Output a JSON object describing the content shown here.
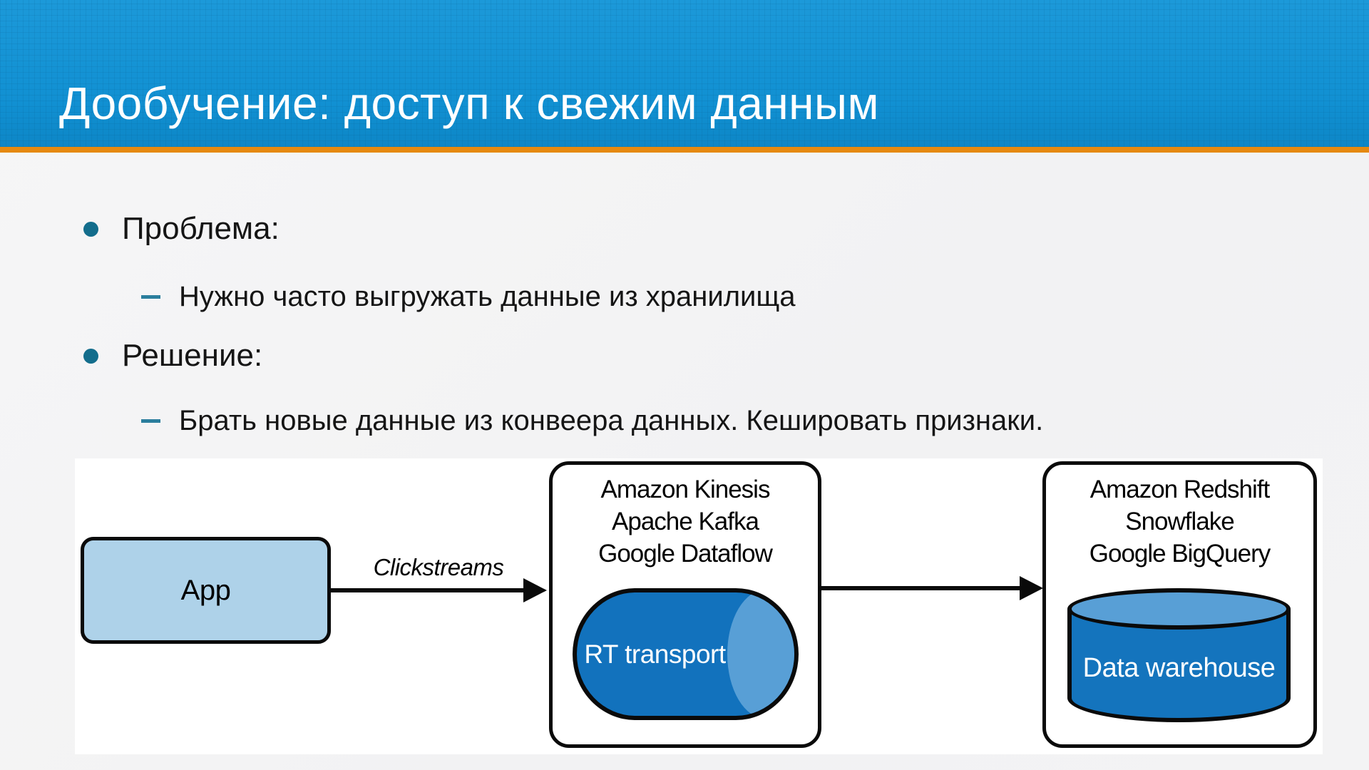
{
  "slide": {
    "title": "Дообучение: доступ к свежим данным",
    "bullets": [
      {
        "label": "Проблема:",
        "sub": [
          "Нужно часто выгружать данные из хранилища"
        ]
      },
      {
        "label": "Решение:",
        "sub": [
          "Брать новые данные из конвеера данных. Кешировать признаки."
        ]
      }
    ]
  },
  "diagram": {
    "app_label": "App",
    "arrow1_label": "Clickstreams",
    "transport_box": {
      "lines": [
        "Amazon Kinesis",
        "Apache Kafka",
        "Google Dataflow"
      ],
      "cylinder_label": "RT transport"
    },
    "warehouse_box": {
      "lines": [
        "Amazon Redshift",
        "Snowflake",
        "Google BigQuery"
      ],
      "cylinder_label": "Data warehouse"
    }
  },
  "colors": {
    "header_blue": "#1191d3",
    "accent_orange": "#e5890f",
    "bullet_teal": "#136d8c",
    "app_box_fill": "#aed2e9",
    "cylinder_blue": "#1272bd",
    "cylinder_light_blue": "#589fd6",
    "figure_background": "#ffffff",
    "slide_background": "#f3f3f4"
  }
}
